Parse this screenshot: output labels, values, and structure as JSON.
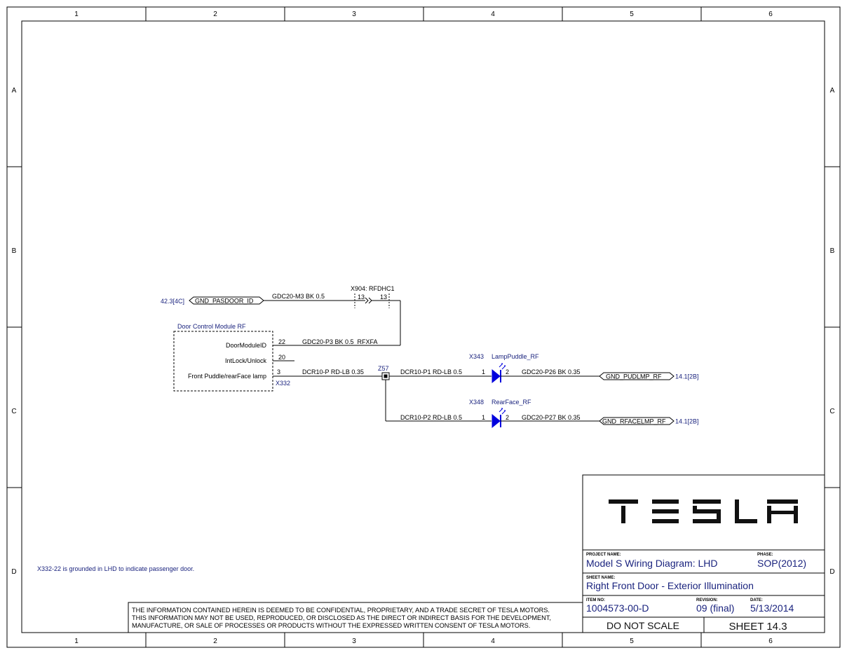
{
  "grid": {
    "columns": [
      "1",
      "2",
      "3",
      "4",
      "5",
      "6"
    ],
    "rows": [
      "A",
      "B",
      "C",
      "D"
    ]
  },
  "schematic": {
    "offpage_gnd_pasdoor": {
      "label": "GND_PASDOOR_ID",
      "ref": "42.3[4C]"
    },
    "wire_gdc20_m3": "GDC20-M3 BK 0.5",
    "connector_x904": {
      "label": "X904: RFDHC1",
      "pin_left": "13",
      "pin_right": "13"
    },
    "module": {
      "title": "Door Control Module RF",
      "pins": [
        {
          "name": "DoorModuleID",
          "number": "22"
        },
        {
          "name": "IntLock/Unlock",
          "number": "20"
        },
        {
          "name": "Front Puddle/rearFace lamp",
          "number": "3"
        }
      ],
      "connector": "X332"
    },
    "wire_gdc20_p3": "GDC20-P3 BK 0.5_RFXFA",
    "wire_dcr10_p": "DCR10-P RD-LB 0.35",
    "splice": "Z57",
    "wire_dcr10_p1": "DCR10-P1 RD-LB 0.5",
    "wire_dcr10_p2": "DCR10-P2 RD-LB 0.5",
    "lamp_puddle": {
      "connector": "X343",
      "name": "LampPuddle_RF",
      "pin1": "1",
      "pin2": "2"
    },
    "lamp_rearface": {
      "connector": "X348",
      "name": "RearFace_RF",
      "pin1": "1",
      "pin2": "2"
    },
    "wire_gdc20_p26": "GDC20-P26 BK 0.35",
    "wire_gdc20_p27": "GDC20-P27 BK 0.35",
    "offpage_gnd_pudlmp": {
      "label": "GND_PUDLMP_RF",
      "ref": "14.1[2B]"
    },
    "offpage_gnd_rfacelmp": {
      "label": "GND_RFACELMP_RF",
      "ref": "14.1[2B]"
    },
    "note": "X332-22 is grounded in LHD to indicate passenger door."
  },
  "disclaimer": [
    "THE INFORMATION CONTAINED HEREIN IS DEEMED TO BE CONFIDENTIAL, PROPRIETARY, AND A TRADE SECRET OF TESLA MOTORS.",
    "THIS INFORMATION MAY NOT BE USED, REPRODUCED, OR DISCLOSED AS THE DIRECT OR INDIRECT BASIS FOR THE DEVELOPMENT,",
    "MANUFACTURE, OR SALE OF PROCESSES OR PRODUCTS WITHOUT THE EXPRESSED WRITTEN CONSENT OF TESLA MOTORS."
  ],
  "title_block": {
    "logo_text": "TESLA",
    "project_name_label": "PROJECT NAME:",
    "project_name": "Model S Wiring Diagram: LHD",
    "phase_label": "PHASE:",
    "phase": "SOP(2012)",
    "sheet_name_label": "SHEET NAME:",
    "sheet_name": "Right Front Door - Exterior Illumination",
    "item_no_label": "ITEM NO:",
    "item_no": "1004573-00-D",
    "revision_label": "REVISION:",
    "revision": "09 (final)",
    "date_label": "DATE:",
    "date": "5/13/2014",
    "scale_note": "DO NOT SCALE",
    "sheet": "SHEET 14.3"
  },
  "colors": {
    "component_blue": "#1a237e",
    "diode_blue": "#0000dd"
  }
}
